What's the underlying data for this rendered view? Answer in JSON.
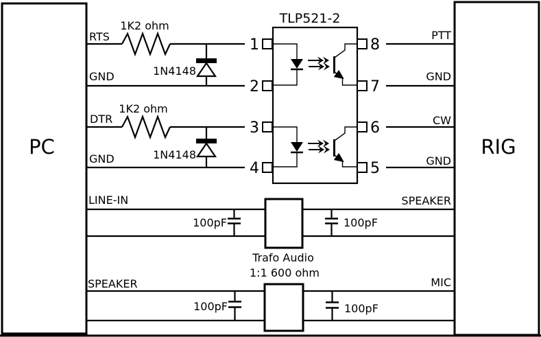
{
  "schematic": {
    "devices": {
      "pc": "PC",
      "rig": "RIG"
    },
    "pc_ports": {
      "rts": "RTS",
      "gnd1": "GND",
      "dtr": "DTR",
      "gnd2": "GND",
      "line_in": "LINE-IN",
      "speaker": "SPEAKER"
    },
    "rig_ports": {
      "ptt": "PTT",
      "gnd1": "GND",
      "cw": "CW",
      "gnd2": "GND",
      "speaker": "SPEAKER",
      "mic": "MIC"
    },
    "ic": {
      "title": "TLP521-2",
      "pins": {
        "p1": "1",
        "p2": "2",
        "p3": "3",
        "p4": "4",
        "p5": "5",
        "p6": "6",
        "p7": "7",
        "p8": "8"
      }
    },
    "components": {
      "r1": "1K2 ohm",
      "r2": "1K2 ohm",
      "d1": "1N4148",
      "d2": "1N4148",
      "cap_line_in_left": "100pF",
      "cap_line_in_right": "100pF",
      "cap_speaker_left": "100pF",
      "cap_speaker_right": "100pF",
      "trafo_caption_1": "Trafo Audio",
      "trafo_caption_2": "1:1 600 ohm"
    },
    "colors": {
      "wire": "#000000",
      "background": "#ffffff"
    }
  }
}
